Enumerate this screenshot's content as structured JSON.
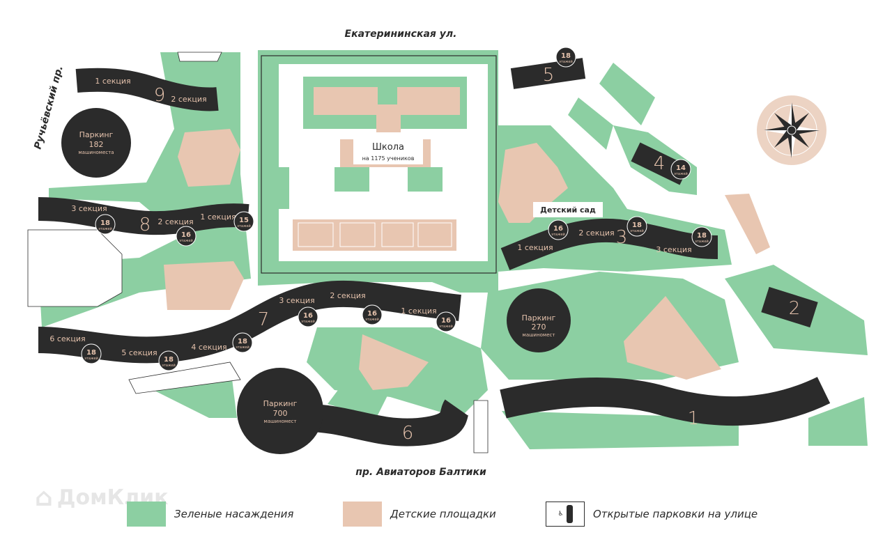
{
  "streets": {
    "north": "Екатерининская ул.",
    "west": "Ручьёвский пр.",
    "south": "пр. Авиаторов Балтики"
  },
  "floors_unit": "этажей",
  "buildings": {
    "b9": {
      "number": "9",
      "sections": [
        "1 секция",
        "2 секция"
      ]
    },
    "b8": {
      "number": "8",
      "sections": [
        "3 секция",
        "2 секция",
        "1 секция"
      ],
      "floors": [
        "18",
        "16",
        "15"
      ]
    },
    "b7": {
      "number": "7",
      "sections": [
        "6 секция",
        "5 секция",
        "4 секция",
        "3 секция",
        "2 секция",
        "1 секция"
      ],
      "floors": [
        "18",
        "18",
        "18",
        "16",
        "16",
        "16"
      ]
    },
    "b6": {
      "number": "6"
    },
    "b5": {
      "number": "5",
      "floors": [
        "18"
      ]
    },
    "b4": {
      "number": "4",
      "floors": [
        "14"
      ]
    },
    "b3": {
      "number": "3",
      "sections": [
        "1 секция",
        "2 секция",
        "3 секция"
      ],
      "floors": [
        "16",
        "18",
        "18"
      ]
    },
    "b2": {
      "number": "2"
    },
    "b1": {
      "number": "1"
    }
  },
  "parkings": {
    "p182": {
      "title": "Паркинг",
      "count": "182",
      "unit": "машиноместа"
    },
    "p270": {
      "title": "Паркинг",
      "count": "270",
      "unit": "машиномест"
    },
    "p700": {
      "title": "Паркинг",
      "count": "700",
      "unit": "машиномест"
    }
  },
  "school": {
    "title": "Школа",
    "subtitle": "на 1175 учеников"
  },
  "kindergarten": "Детский сад",
  "legend": {
    "green": "Зеленые насаждения",
    "playground": "Детские площадки",
    "parking": "Открытые парковки на улице"
  },
  "watermark": "ДомКлик",
  "colors": {
    "green": "#8ccfa2",
    "dark": "#2b2b2b",
    "peach": "#e8c6b1"
  }
}
